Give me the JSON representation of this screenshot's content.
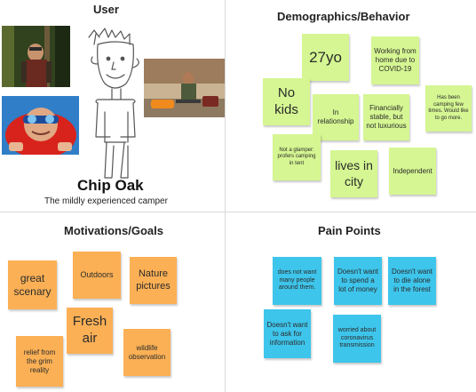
{
  "quadrants": {
    "user": "User",
    "demographics": "Demographics/Behavior",
    "motivations": "Motivations/Goals",
    "pain_points": "Pain Points"
  },
  "persona": {
    "name": "Chip Oak",
    "subtitle": "The mildly experienced camper"
  },
  "demographics_notes": [
    "27yo",
    "Working from home due to COVID-19",
    "No kids",
    "In relationship",
    "Financially stable, but not luxurious",
    "Has been camping few times. Would like to go more.",
    "Not a glamper: profers camping in tent",
    "lives in city",
    "Independent"
  ],
  "motivation_notes": [
    "great scenary",
    "Outdoors",
    "Nature pictures",
    "Fresh air",
    "relief from the grim reality",
    "wildlife observation"
  ],
  "pain_notes": [
    "does not want many people around them.",
    "Doesn't want to spend a lot of money",
    "Doesn't want to die alone in the forest",
    "Doesn't want to ask for information",
    "worried about coronavirus transmission"
  ],
  "colors": {
    "demographics_note": "#d5f692",
    "motivation_note": "#fbb055",
    "pain_note": "#3ec5eb"
  }
}
